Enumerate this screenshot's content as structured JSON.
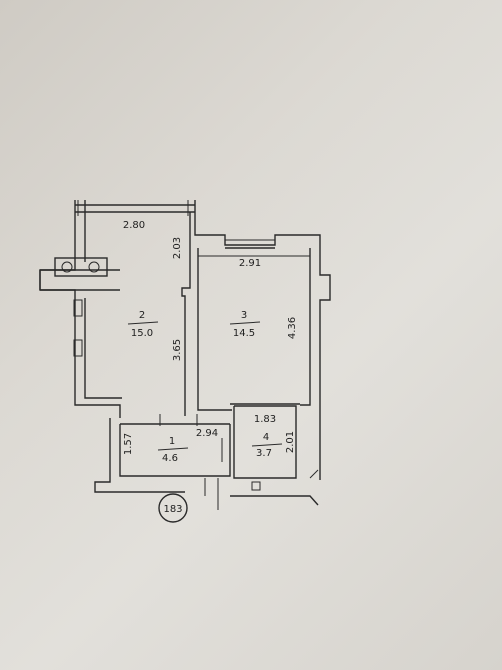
{
  "plan": {
    "rooms": [
      {
        "number": "2",
        "area": "15.0"
      },
      {
        "number": "3",
        "area": "14.5"
      },
      {
        "number": "1",
        "area": "4.6"
      },
      {
        "number": "4",
        "area": "3.7"
      }
    ],
    "dimensions": {
      "room2_width": "2.80",
      "room2_depth_top": "2.03",
      "room2_depth": "3.65",
      "room3_width": "2.91",
      "room3_depth": "4.36",
      "hall_width": "2.94",
      "hall_depth": "1.57",
      "bath_width": "1.83",
      "bath_depth": "2.01"
    },
    "apartment_number": "183"
  }
}
